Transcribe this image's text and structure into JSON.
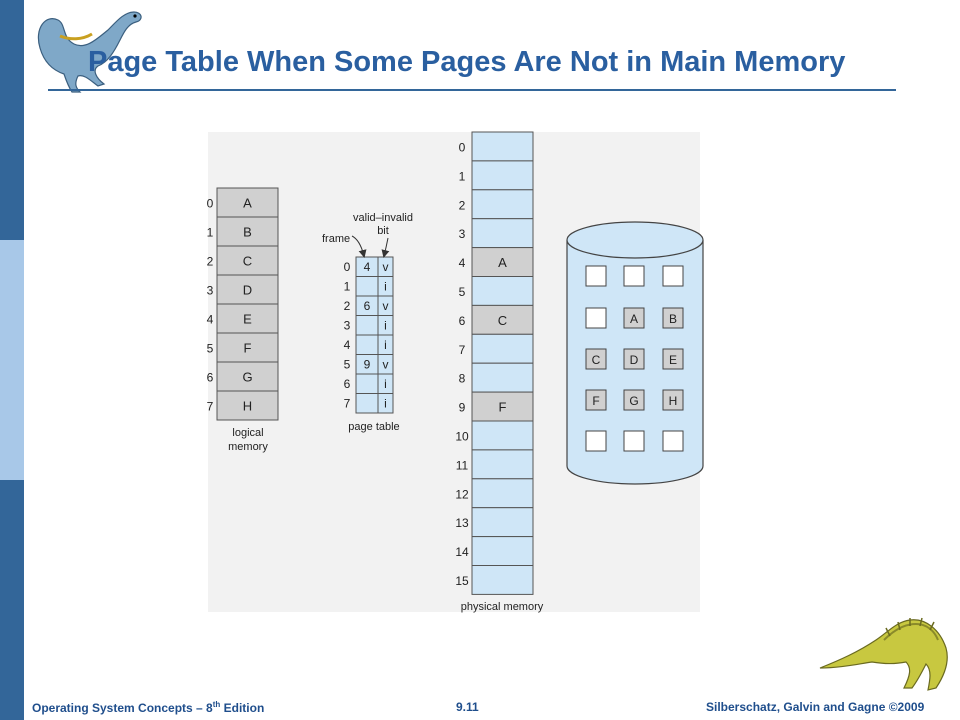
{
  "title": "Page Table When Some Pages Are Not in Main Memory",
  "footer": {
    "course_prefix": "Operating System Concepts – 8",
    "course_sup": "th",
    "course_suffix": " Edition",
    "slide_number": "9.11",
    "authors": "Silberschatz, Galvin and Gagne ©2009"
  },
  "logical_memory": {
    "label_line1": "logical",
    "label_line2": "memory",
    "rows": [
      {
        "index": "0",
        "page": "A"
      },
      {
        "index": "1",
        "page": "B"
      },
      {
        "index": "2",
        "page": "C"
      },
      {
        "index": "3",
        "page": "D"
      },
      {
        "index": "4",
        "page": "E"
      },
      {
        "index": "5",
        "page": "F"
      },
      {
        "index": "6",
        "page": "G"
      },
      {
        "index": "7",
        "page": "H"
      }
    ]
  },
  "page_table": {
    "label": "page table",
    "frame_label": "frame",
    "valid_label_line1": "valid–invalid",
    "valid_label_line2": "bit",
    "rows": [
      {
        "index": "0",
        "frame": "4",
        "bit": "v"
      },
      {
        "index": "1",
        "frame": "",
        "bit": "i"
      },
      {
        "index": "2",
        "frame": "6",
        "bit": "v"
      },
      {
        "index": "3",
        "frame": "",
        "bit": "i"
      },
      {
        "index": "4",
        "frame": "",
        "bit": "i"
      },
      {
        "index": "5",
        "frame": "9",
        "bit": "v"
      },
      {
        "index": "6",
        "frame": "",
        "bit": "i"
      },
      {
        "index": "7",
        "frame": "",
        "bit": "i"
      }
    ]
  },
  "physical_memory": {
    "label": "physical memory",
    "frames": [
      {
        "index": "0",
        "page": ""
      },
      {
        "index": "1",
        "page": ""
      },
      {
        "index": "2",
        "page": ""
      },
      {
        "index": "3",
        "page": ""
      },
      {
        "index": "4",
        "page": "A"
      },
      {
        "index": "5",
        "page": ""
      },
      {
        "index": "6",
        "page": "C"
      },
      {
        "index": "7",
        "page": ""
      },
      {
        "index": "8",
        "page": ""
      },
      {
        "index": "9",
        "page": "F"
      },
      {
        "index": "10",
        "page": ""
      },
      {
        "index": "11",
        "page": ""
      },
      {
        "index": "12",
        "page": ""
      },
      {
        "index": "13",
        "page": ""
      },
      {
        "index": "14",
        "page": ""
      },
      {
        "index": "15",
        "page": ""
      }
    ]
  },
  "backing_store": {
    "rows": [
      [
        "",
        "",
        ""
      ],
      [
        "",
        "A",
        "B"
      ],
      [
        "C",
        "D",
        "E"
      ],
      [
        "F",
        "G",
        "H"
      ],
      [
        "",
        "",
        ""
      ]
    ]
  },
  "colors": {
    "sidebar": "#336699",
    "sidebar_light": "#a8c8e8",
    "title": "#2a5fa0",
    "cell_blue": "#cfe6f7",
    "cell_gray": "#d0d0d0",
    "disk": "#cfe6f7"
  },
  "decorations": {
    "top_left": "dinosaur-icon",
    "bottom_right": "dinosaur-icon"
  }
}
